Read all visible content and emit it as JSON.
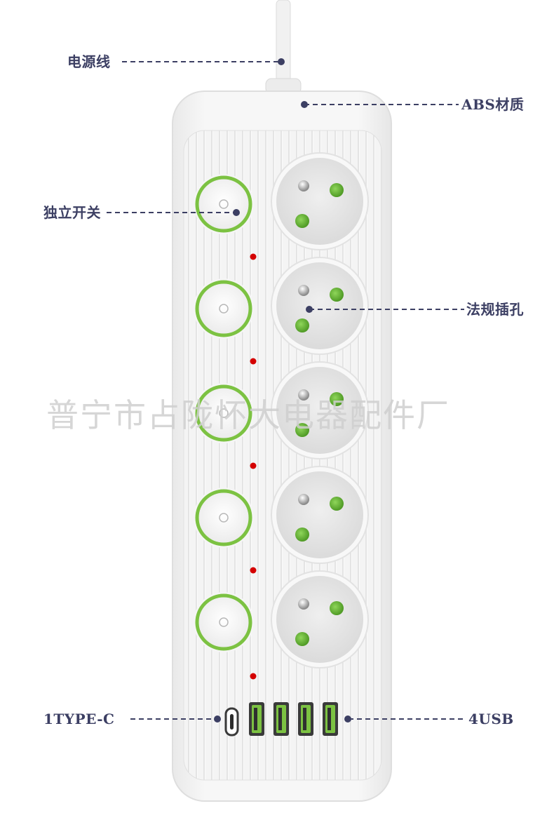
{
  "labels": {
    "power_cord": "电源线",
    "material": "ABS材质",
    "switch": "独立开关",
    "socket": "法规插孔",
    "typec": "1TYPE-C",
    "usb": "4USB"
  },
  "watermark": "普宁市占陇怀大电器配件厂",
  "product": {
    "outlet_count": 5,
    "switch_count": 5,
    "usb_a_count": 4,
    "usb_c_count": 1
  },
  "colors": {
    "label_text": "#3c3f63",
    "leader_line": "#3c3f63",
    "switch_ring": "#7cc242",
    "socket_pin": "#6ab43a",
    "indicator": "#d40000",
    "body": "#f2f2f2",
    "socket_face": "#e6e6e6"
  }
}
